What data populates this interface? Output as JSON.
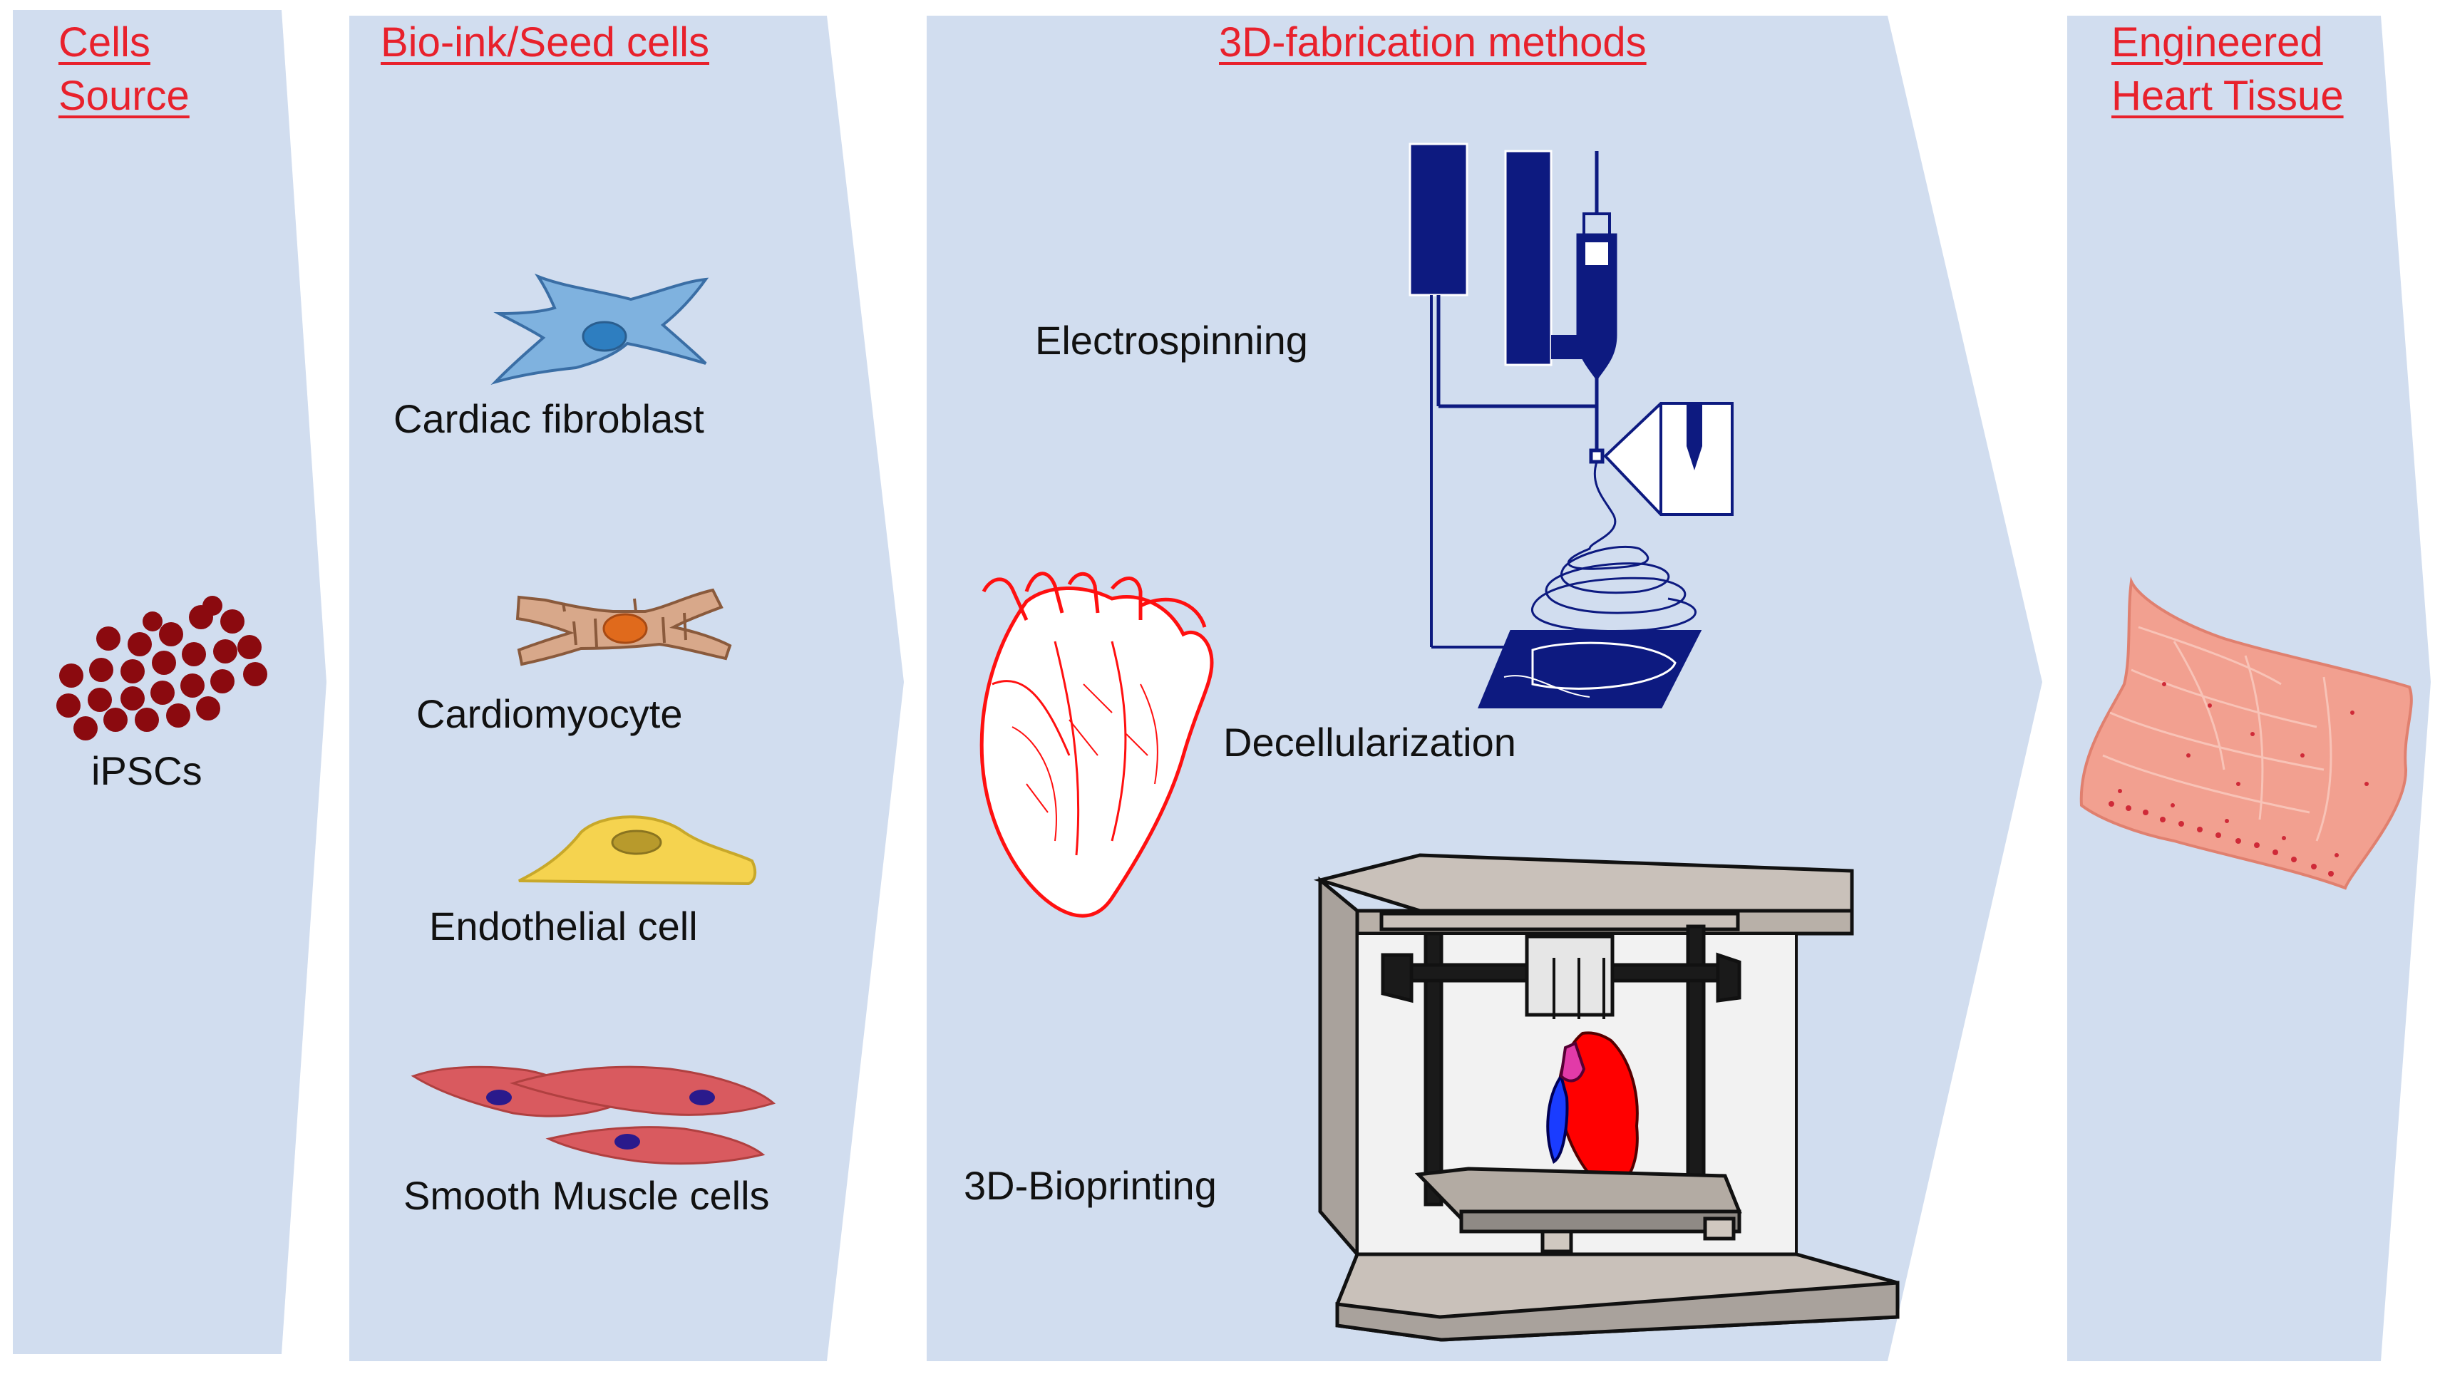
{
  "colors": {
    "panel": "#d1ddef",
    "heading": "#e8212c",
    "ipsc": "#8b0a0f",
    "fibroblast": "#7fb2df",
    "cardiomyocyte": "#d8a88a",
    "endothelial": "#f5d34f",
    "smooth_muscle": "#d95a5f",
    "electrospinning": "#0d1a80",
    "heart_outline": "#ff1010",
    "tissue": "#f2a090",
    "printer": "#c9c1ba"
  },
  "stages": [
    {
      "heading": [
        "Cells",
        "Source"
      ],
      "items": [
        "iPSCs"
      ]
    },
    {
      "heading": [
        "Bio-ink/Seed cells"
      ],
      "items": [
        "Cardiac fibroblast",
        "Cardiomyocyte",
        "Endothelial cell",
        "Smooth Muscle cells"
      ]
    },
    {
      "heading": [
        "3D-fabrication methods"
      ],
      "items": [
        "Electrospinning",
        "Decellularization",
        "3D-Bioprinting"
      ]
    },
    {
      "heading": [
        "Engineered",
        "Heart Tissue"
      ],
      "items": []
    }
  ],
  "icons": {
    "ipsc": "ipsc-cluster-icon",
    "fibroblast": "fibroblast-cell-icon",
    "cardiomyocyte": "cardiomyocyte-cell-icon",
    "endothelial": "endothelial-cell-icon",
    "smooth_muscle": "smooth-muscle-cells-icon",
    "electrospinning": "electrospinning-apparatus-icon",
    "heart": "anatomical-heart-icon",
    "bioprinter": "bioprinter-icon",
    "tissue": "engineered-tissue-icon"
  }
}
